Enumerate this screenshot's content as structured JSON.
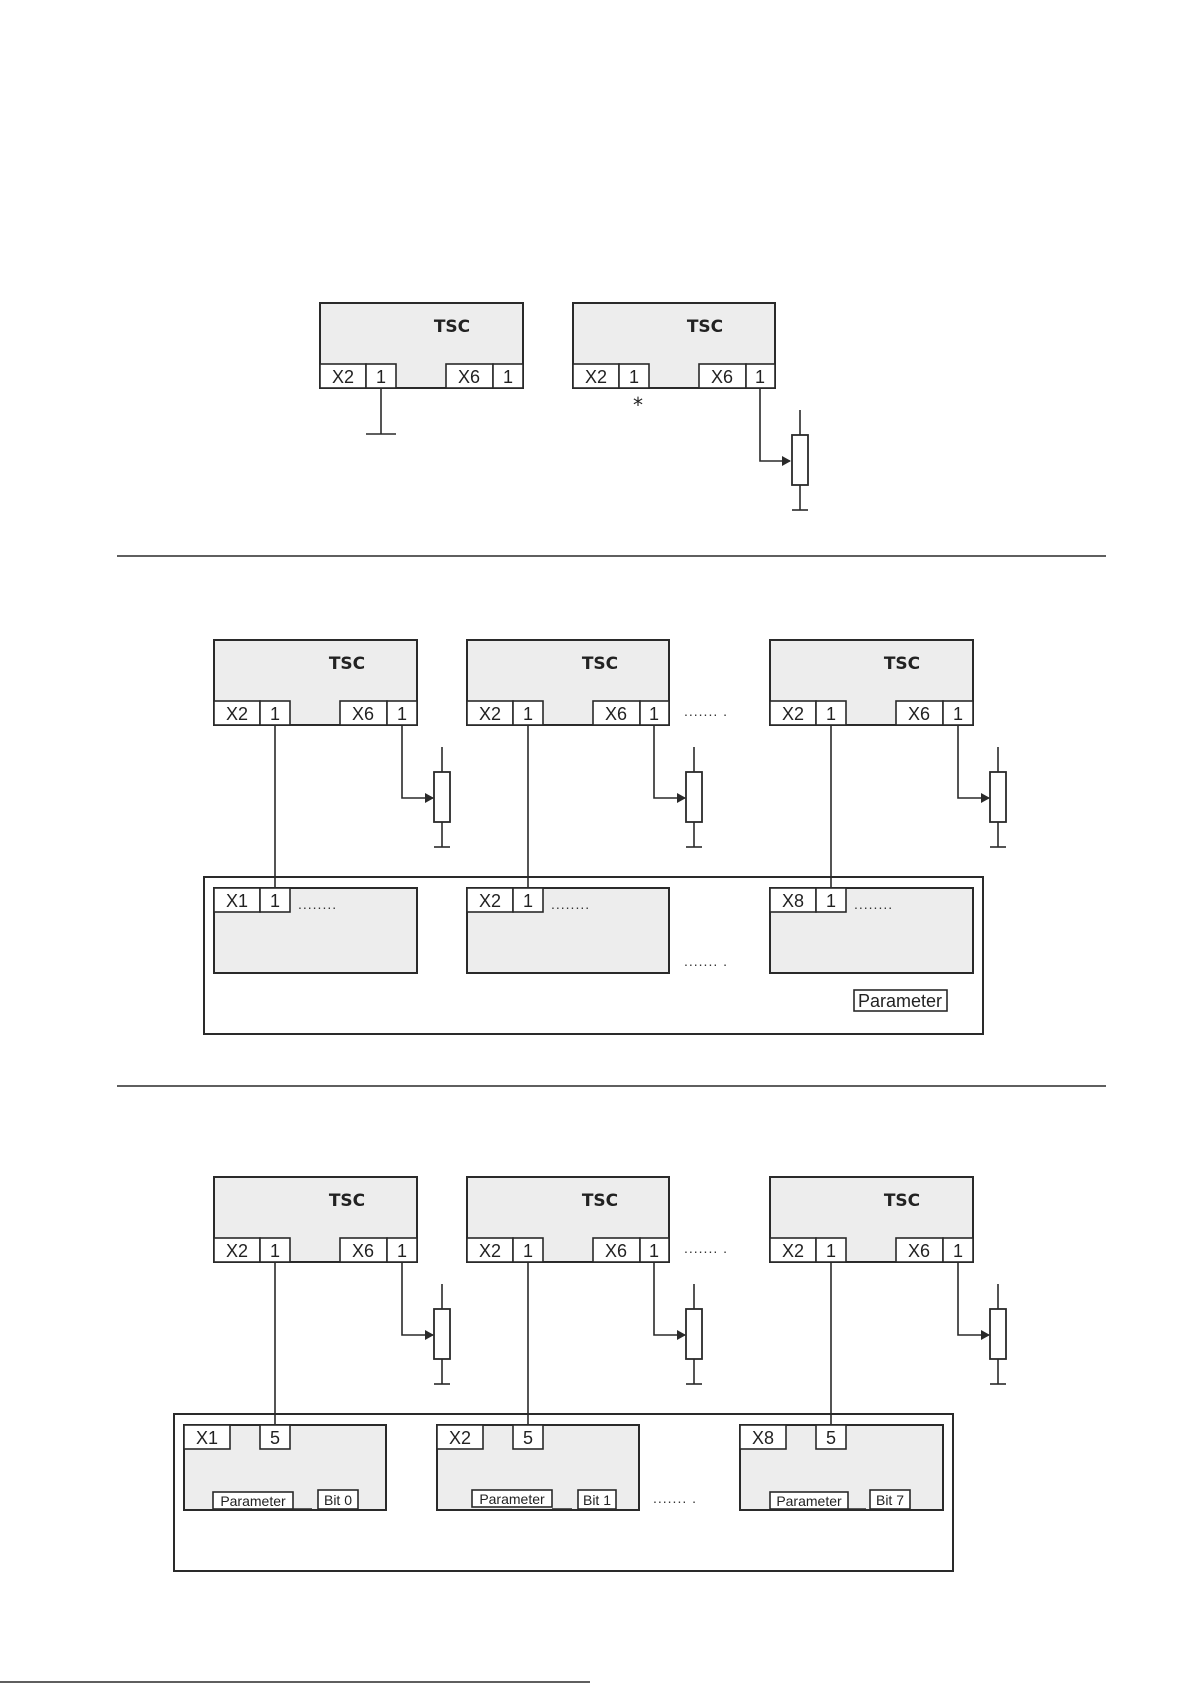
{
  "tsc_title": "TSC",
  "pin_x2": "X2",
  "pin_x6": "X6",
  "pin_1": "1",
  "pin_5": "5",
  "mod_x1": "X1",
  "mod_x2": "X2",
  "mod_x8": "X8",
  "asterisk": "*",
  "parameter": "Parameter",
  "bit0": "Bit 0",
  "bit1": "Bit 1",
  "bit7": "Bit 7",
  "dots_series": "....... .",
  "dots_row": "........"
}
